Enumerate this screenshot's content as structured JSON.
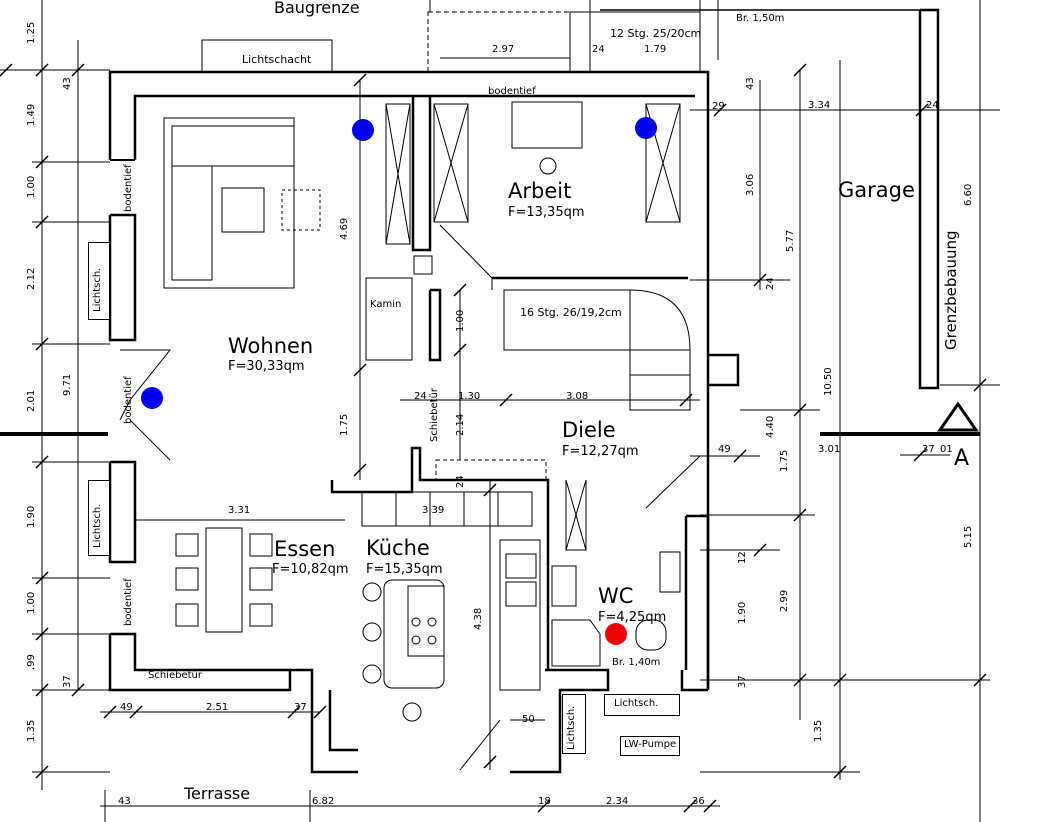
{
  "plan": {
    "top_label": "Baugrenze",
    "lichtschacht_top": "Lichtschacht",
    "rooms": {
      "wohnen": {
        "name": "Wohnen",
        "area": "F=30,33qm"
      },
      "arbeit": {
        "name": "Arbeit",
        "area": "F=13,35qm"
      },
      "garage": {
        "name": "Garage"
      },
      "diele": {
        "name": "Diele",
        "area": "F=12,27qm"
      },
      "essen": {
        "name": "Essen",
        "area": "F=10,82qm"
      },
      "kueche": {
        "name": "Küche",
        "area": "F=15,35qm"
      },
      "wc": {
        "name": "WC",
        "area": "F=4,25qm"
      }
    },
    "labels": {
      "stairs_upper": "12 Stg. 25/20cm",
      "br_150": "Br. 1,50m",
      "bodentief_arbeit": "bodentief",
      "bodentief_left1": "bodentief",
      "bodentief_left2": "bodentief",
      "bodentief_left3": "bodentief",
      "lichtsch_left1": "Lichtsch.",
      "lichtsch_left2": "Lichtsch.",
      "lichtsch_kitchen": "Lichtsch.",
      "lichtsch_wc": "Lichtsch.",
      "kamin": "Kamin",
      "stairs_main": "16 Stg. 26/19,2cm",
      "schiebetuer_v": "Schiebetür",
      "schiebetuer_h": "Schiebetür",
      "br_140": "Br. 1,40m",
      "lw_pumpe": "LW-Pumpe",
      "terrasse": "Terrasse",
      "grenzbebauung": "Grenzbebauung",
      "section_mark": "A"
    },
    "dimensions": {
      "left": [
        "1.25",
        "1.49",
        "1.00",
        "2.12",
        "2.01",
        "1.90",
        "1.00",
        ".99",
        "1.35"
      ],
      "left_small": [
        "43",
        "37"
      ],
      "left_total": "9.71",
      "top": [
        "2.97",
        "24",
        "1.79",
        "29",
        "3.34",
        "24",
        "43"
      ],
      "inner": [
        "4.69",
        "1.00",
        "1.75",
        "24",
        "1.30",
        "3.08",
        "2.14",
        "24",
        "3.31",
        "3.39",
        "4.38",
        "50"
      ],
      "right": [
        "3.06",
        "5.77",
        "24",
        "6.60",
        "10.50",
        "4.40",
        "1.75",
        "3.01",
        "37",
        "01",
        "49",
        "12",
        "1.90",
        "2.99",
        "37",
        "5.15",
        "1.35"
      ],
      "bottom": [
        "49",
        "2.51",
        "37",
        "43",
        "6.82",
        "18",
        "2.34",
        "36"
      ]
    }
  }
}
